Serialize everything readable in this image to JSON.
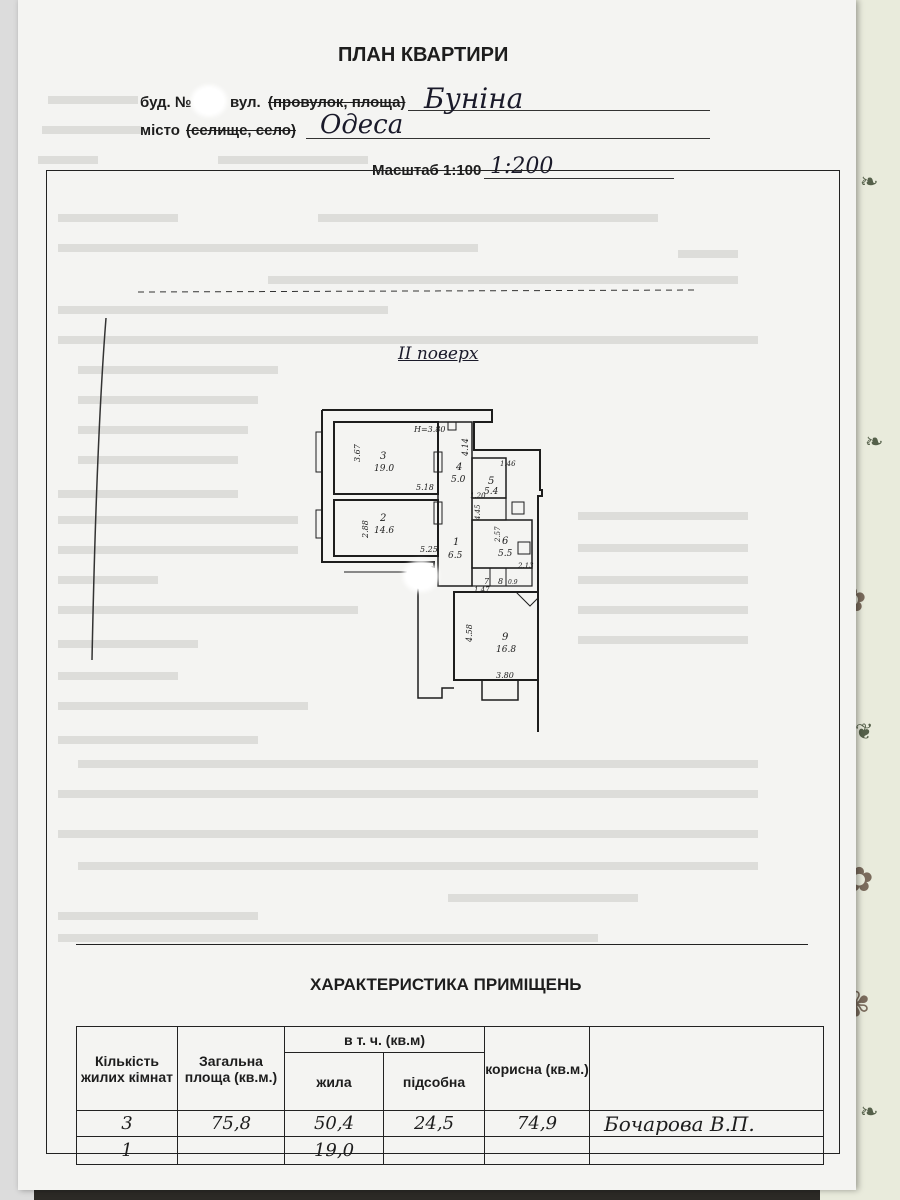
{
  "document": {
    "title": "ПЛАН КВАРТИРИ",
    "building_label": "буд. №",
    "street_label": "вул.",
    "street_type_struck": "(провулок, площа)",
    "street_value": "Буніна",
    "city_label": "місто",
    "city_type_struck": "(селище, село)",
    "city_value": "Одеса",
    "scale_label": "Масштаб",
    "scale_struck": "1:100",
    "scale_value": "1:200"
  },
  "floor_plan": {
    "floor_label": "ІІ поверх",
    "room_numbers": [
      "1",
      "2",
      "3",
      "4",
      "5",
      "6",
      "7",
      "8",
      "9"
    ],
    "areas": [
      "6.5",
      "14.6",
      "19.0",
      "5.0",
      "5.4",
      "5.5",
      "16.8"
    ],
    "dimensions": [
      "Н=3.80",
      "3.67",
      "5.18",
      "2.88",
      "5.25",
      "4.14",
      "1.46",
      "1.20",
      "4.45",
      "2.57",
      "2.13",
      "1.47",
      "4.58",
      "3.80",
      "0.9"
    ]
  },
  "characteristics": {
    "title": "ХАРАКТЕРИСТИКА ПРИМІЩЕНЬ",
    "headers": {
      "rooms": "Кількість жилих кімнат",
      "total": "Загальна площа (кв.м.)",
      "incl": "в т. ч. (кв.м)",
      "living": "жила",
      "aux": "підсобна",
      "useful": "корисна (кв.м.)"
    },
    "rows": [
      {
        "rooms": "3",
        "total": "75,8",
        "living": "50,4",
        "aux": "24,5",
        "useful": "74,9",
        "signature": "Бочарова В.П."
      },
      {
        "rooms": "1",
        "total": "",
        "living": "19,0",
        "aux": "",
        "useful": "",
        "signature": ""
      }
    ]
  },
  "colors": {
    "paper": "#f4f4f2",
    "ink": "#1d1d1d",
    "handwriting": "#1a1a2a",
    "background": "#2c2a26"
  },
  "icons": [
    "flower-pattern",
    "leaf-pattern"
  ]
}
